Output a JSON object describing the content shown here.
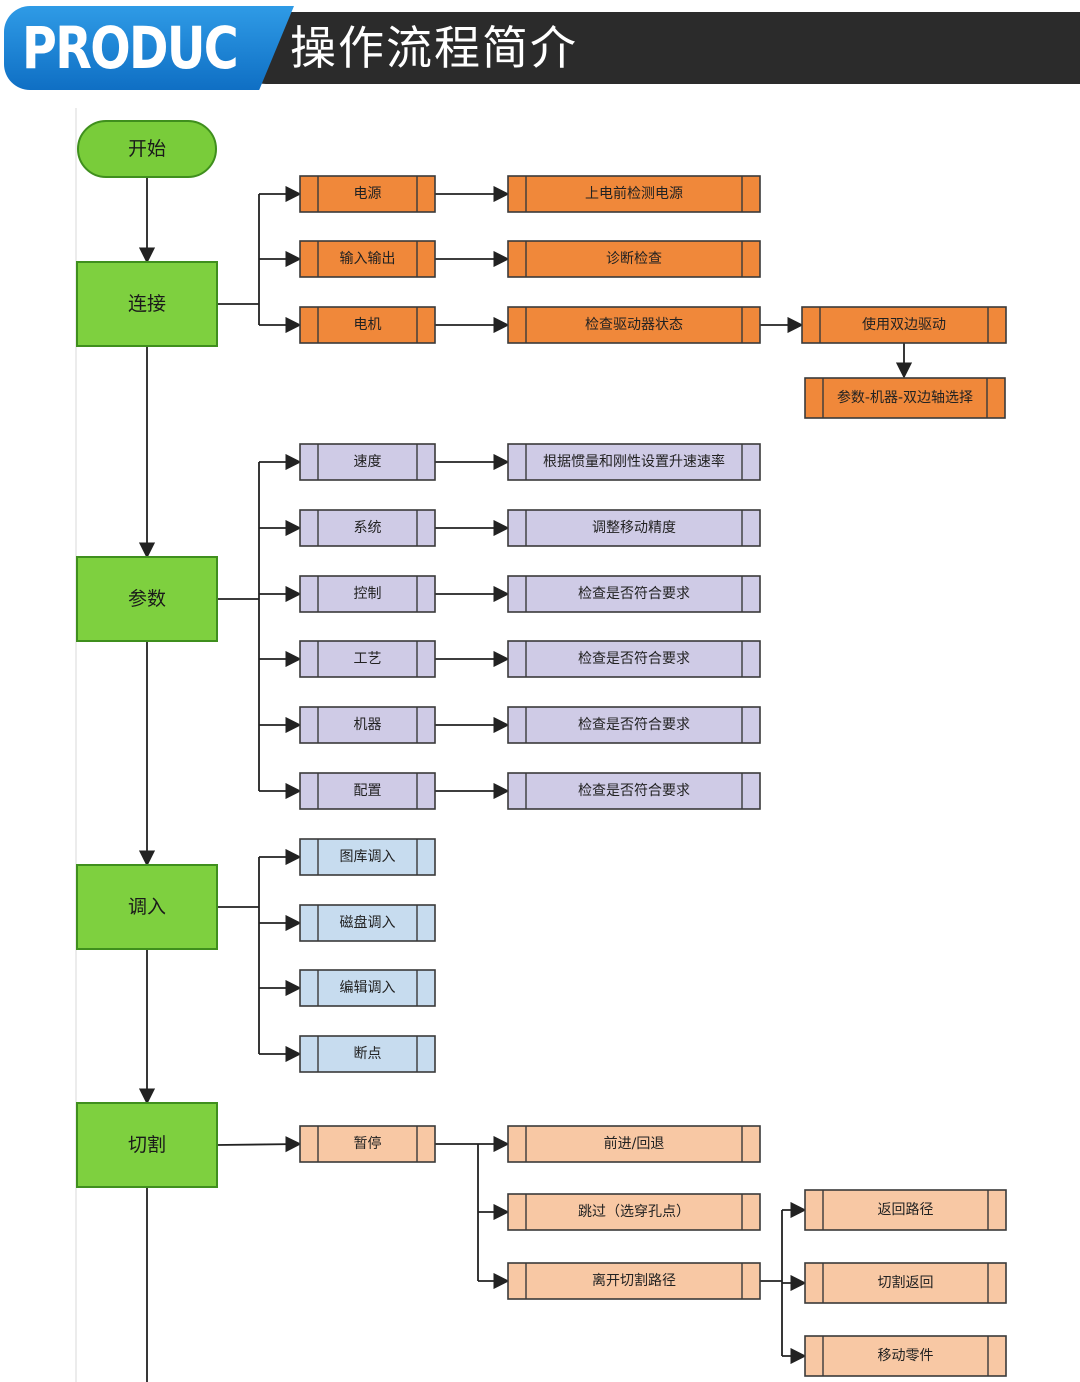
{
  "header": {
    "badge_text": "PRODUC",
    "title": "操作流程简介"
  },
  "colors": {
    "header_dark": "#2b2b2b",
    "badge_blue": "#1a82d4",
    "main_green": "#7ed03f",
    "main_green_border": "#3f8f1d",
    "start_green": "#79cc3a",
    "orange": "#f0883a",
    "purple": "#cfcbe6",
    "light_blue": "#c7dcef",
    "peach": "#f8c8a4",
    "line": "#222222"
  },
  "flowchart": {
    "start": "开始",
    "main_steps": [
      "连接",
      "参数",
      "调入",
      "切割"
    ],
    "connect": {
      "branches": [
        "电源",
        "输入输出",
        "电机"
      ],
      "results": [
        "上电前检测电源",
        "诊断检查",
        "检查驱动器状态"
      ],
      "motor_next": "使用双边驱动",
      "motor_final": "参数-机器-双边轴选择"
    },
    "params": {
      "branches": [
        "速度",
        "系统",
        "控制",
        "工艺",
        "机器",
        "配置"
      ],
      "results": [
        "根据惯量和刚性设置升速速率",
        "调整移动精度",
        "检查是否符合要求",
        "检查是否符合要求",
        "检查是否符合要求",
        "检查是否符合要求"
      ]
    },
    "load": {
      "branches": [
        "图库调入",
        "磁盘调入",
        "编辑调入",
        "断点"
      ]
    },
    "cut": {
      "pause": "暂停",
      "pause_options": [
        "前进/回退",
        "跳过（选穿孔点）",
        "离开切割路径"
      ],
      "leave_options": [
        "返回路径",
        "切割返回",
        "移动零件"
      ]
    }
  }
}
